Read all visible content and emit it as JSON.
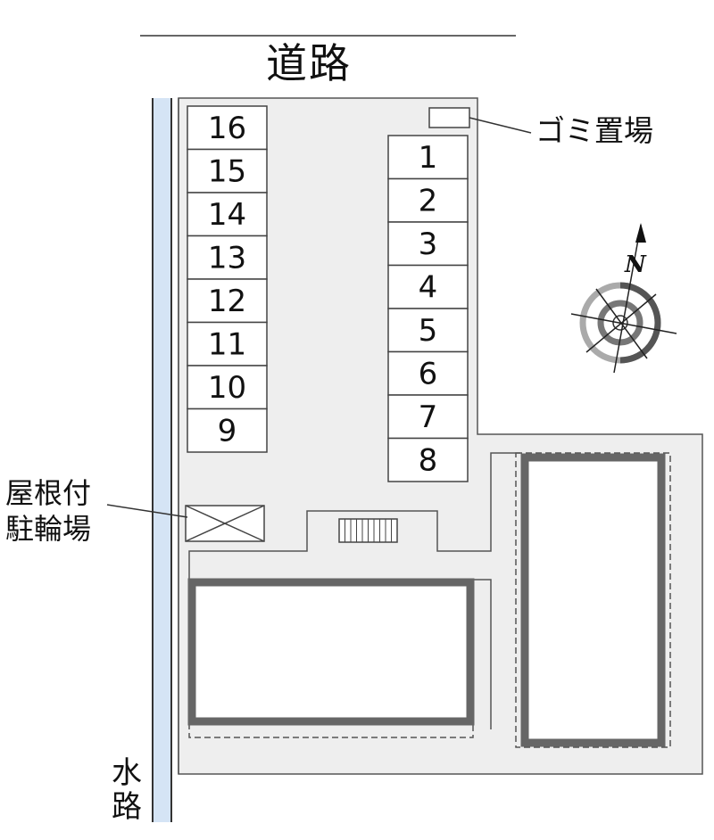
{
  "labels": {
    "road": "道路",
    "garbage_area": "ゴミ置場",
    "bicycle_parking_line1": "屋根付",
    "bicycle_parking_line2": "駐輪場",
    "waterway_line1": "水",
    "waterway_line2": "路",
    "north": "N"
  },
  "parking": {
    "left_column": [
      "16",
      "15",
      "14",
      "13",
      "12",
      "11",
      "10",
      "9"
    ],
    "right_column": [
      "1",
      "2",
      "3",
      "4",
      "5",
      "6",
      "7",
      "8"
    ]
  },
  "colors": {
    "lot": "#eeeeee",
    "building_wall": "#666666",
    "waterway": "#d5e4f5",
    "outline": "#555555"
  }
}
